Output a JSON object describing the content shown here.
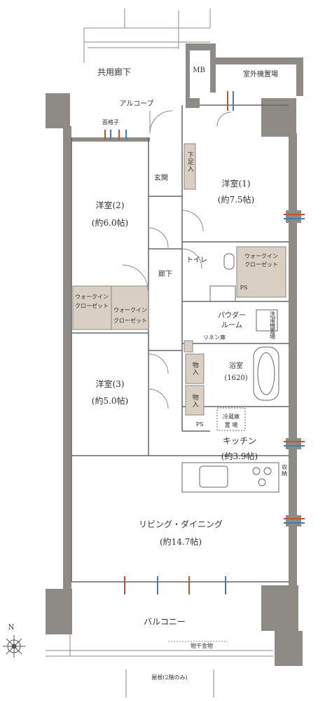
{
  "rooms": {
    "common_corridor": "共用廊下",
    "mb": "MB",
    "outdoor_unit": "室外機置場",
    "alcove": "アルコーブ",
    "lattice": "面格子",
    "entrance": "玄関",
    "shoe_box": "下足入",
    "western1_name": "洋室(1)",
    "western1_size": "(約7.5帖)",
    "western2_name": "洋室(2)",
    "western2_size": "(約6.0帖)",
    "toilet": "トイレ",
    "hallway": "廊下",
    "wic1_l1": "ウォークイン",
    "wic1_l2": "クローゼット",
    "wic2_l1": "ウォークイン",
    "wic2_l2": "クローゼット",
    "wic3_l1": "ウォークイン",
    "wic3_l2": "クローゼット",
    "ps1": "PS",
    "powder_l1": "パウダー",
    "powder_l2": "ルーム",
    "washer": "洗濯機置場",
    "linen": "リネン庫",
    "storage1": "物入",
    "storage2": "物入",
    "bath_name": "浴室",
    "bath_size": "(1620)",
    "western3_name": "洋室(3)",
    "western3_size": "(約5.0帖)",
    "ps2": "PS",
    "fridge_l1": "冷蔵庫",
    "fridge_l2": "置 場",
    "kitchen_name": "キッチン",
    "kitchen_size": "(約3.9帖)",
    "kitchen_storage": "収納",
    "living_name": "リビング・ダイニング",
    "living_size": "(約14.7帖)",
    "balcony": "バルコニー",
    "drying_rack": "物干金物",
    "roof": "屋根(2階のみ)"
  },
  "compass": {
    "north": "N"
  },
  "colors": {
    "wall": "#8e8a86",
    "closet": "#d9cfc2",
    "line": "#666666",
    "vent_red": "#c4542a",
    "vent_blue": "#3a7fb8"
  }
}
